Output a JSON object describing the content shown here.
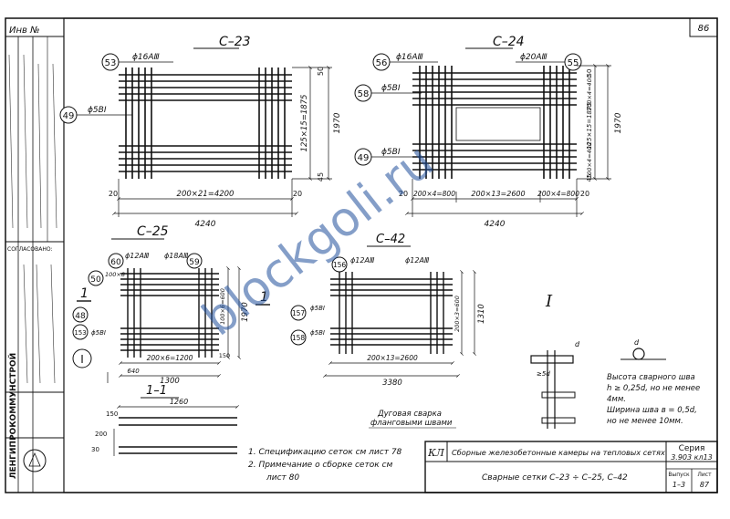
{
  "sheet": {
    "inv_label": "Инв №",
    "page_number": "86",
    "stamp_org": "ЛЕНГИПРОКОММУНСТРОЙ",
    "stamp_agreed": "СОГЛАСОВАНО:"
  },
  "meshes": {
    "c23": {
      "title": "С–23",
      "mark_53": "53",
      "mark_49": "49",
      "bar_top": "ϕ16АⅢ",
      "bar_side": "ϕ5BⅠ",
      "dim_total": "4240",
      "dim_middle": "200×21=4200",
      "dim_left": "20",
      "dim_right": "20",
      "dim_height": "1970",
      "dim_inner": "125×15=1875",
      "dim_top_end": "50",
      "dim_bottom_end": "45"
    },
    "c24": {
      "title": "С–24",
      "mark_56": "56",
      "mark_55": "55",
      "mark_58": "58",
      "mark_49": "49",
      "bar_top_left": "ϕ16АⅢ",
      "bar_top_right": "ϕ20АⅢ",
      "bar_side_a": "ϕ5BⅠ",
      "bar_side_b": "ϕ5BⅠ",
      "dim_total": "4240",
      "dim_left_part": "200×4=800",
      "dim_middle": "200×13=2600",
      "dim_right_part": "200×4=800",
      "dim_left": "20",
      "dim_right": "20",
      "dim_height": "1970",
      "dim_inner": "125×15=1875",
      "dim_upper": "100×4=400",
      "dim_lower": "100×4=400",
      "dim_top_end": "50",
      "dim_bottom_end": "45"
    },
    "c25": {
      "title": "С–25",
      "mark_60": "60",
      "mark_59": "59",
      "mark_50": "50",
      "mark_48": "48",
      "mark_153": "153",
      "bar_a": "ϕ12АⅢ",
      "bar_b": "ϕ18АⅢ",
      "bar_c": "ϕ5BⅠ",
      "dim_total": "1300",
      "dim_middle": "200×6=1200",
      "dim_side_a": "640",
      "dim_height": "1970",
      "dim_top_bars": "100×6=600",
      "dim_note": "100×8",
      "dim_spacing": "150"
    },
    "c42": {
      "title": "С–42",
      "mark_156": "156",
      "mark_157": "157",
      "mark_158": "158",
      "bar_a": "ϕ12АⅢ",
      "bar_b": "ϕ12АⅢ",
      "bar_c": "ϕ5BⅠ",
      "bar_d": "ϕ5BⅠ",
      "dim_total": "3380",
      "dim_middle": "200×13=2600",
      "dim_height": "1310",
      "dim_inner": "200×3=600"
    }
  },
  "detail": {
    "section_label": "1–1",
    "view_label": "1",
    "dim_1260": "1260",
    "dim_150": "150",
    "dim_30": "30",
    "dim_200": "200",
    "roman_one": "I",
    "five_d": "≥5d",
    "d_symbol": "d",
    "weld_caption_1": "Дуговая сварка",
    "weld_caption_2": "фланговыми швами",
    "weld_height_1": "Высота сварного шва",
    "weld_height_2": "h ≥ 0,25d, но не менее",
    "weld_height_3": "4мм.",
    "weld_width_1": "Ширина шва в = 0,5d,",
    "weld_width_2": "но не менее 10мм."
  },
  "notes": {
    "note_1": "1. Спецификацию сеток см лист 78",
    "note_2": "2. Примечание о сборке сеток см",
    "note_3": "лист 80"
  },
  "title_block": {
    "code": "КЛ",
    "project": "Сборные железобетонные камеры на тепловых сетях",
    "series_label": "Серия",
    "series_value": "3.903 кл13",
    "sheet_caption": "Сварные сетки С–23 ÷ С–25, С–42",
    "issue_label": "Выпуск",
    "issue_value": "1–3",
    "list_label": "Лист",
    "list_value": "87"
  },
  "watermark": "blockgoli.ru"
}
